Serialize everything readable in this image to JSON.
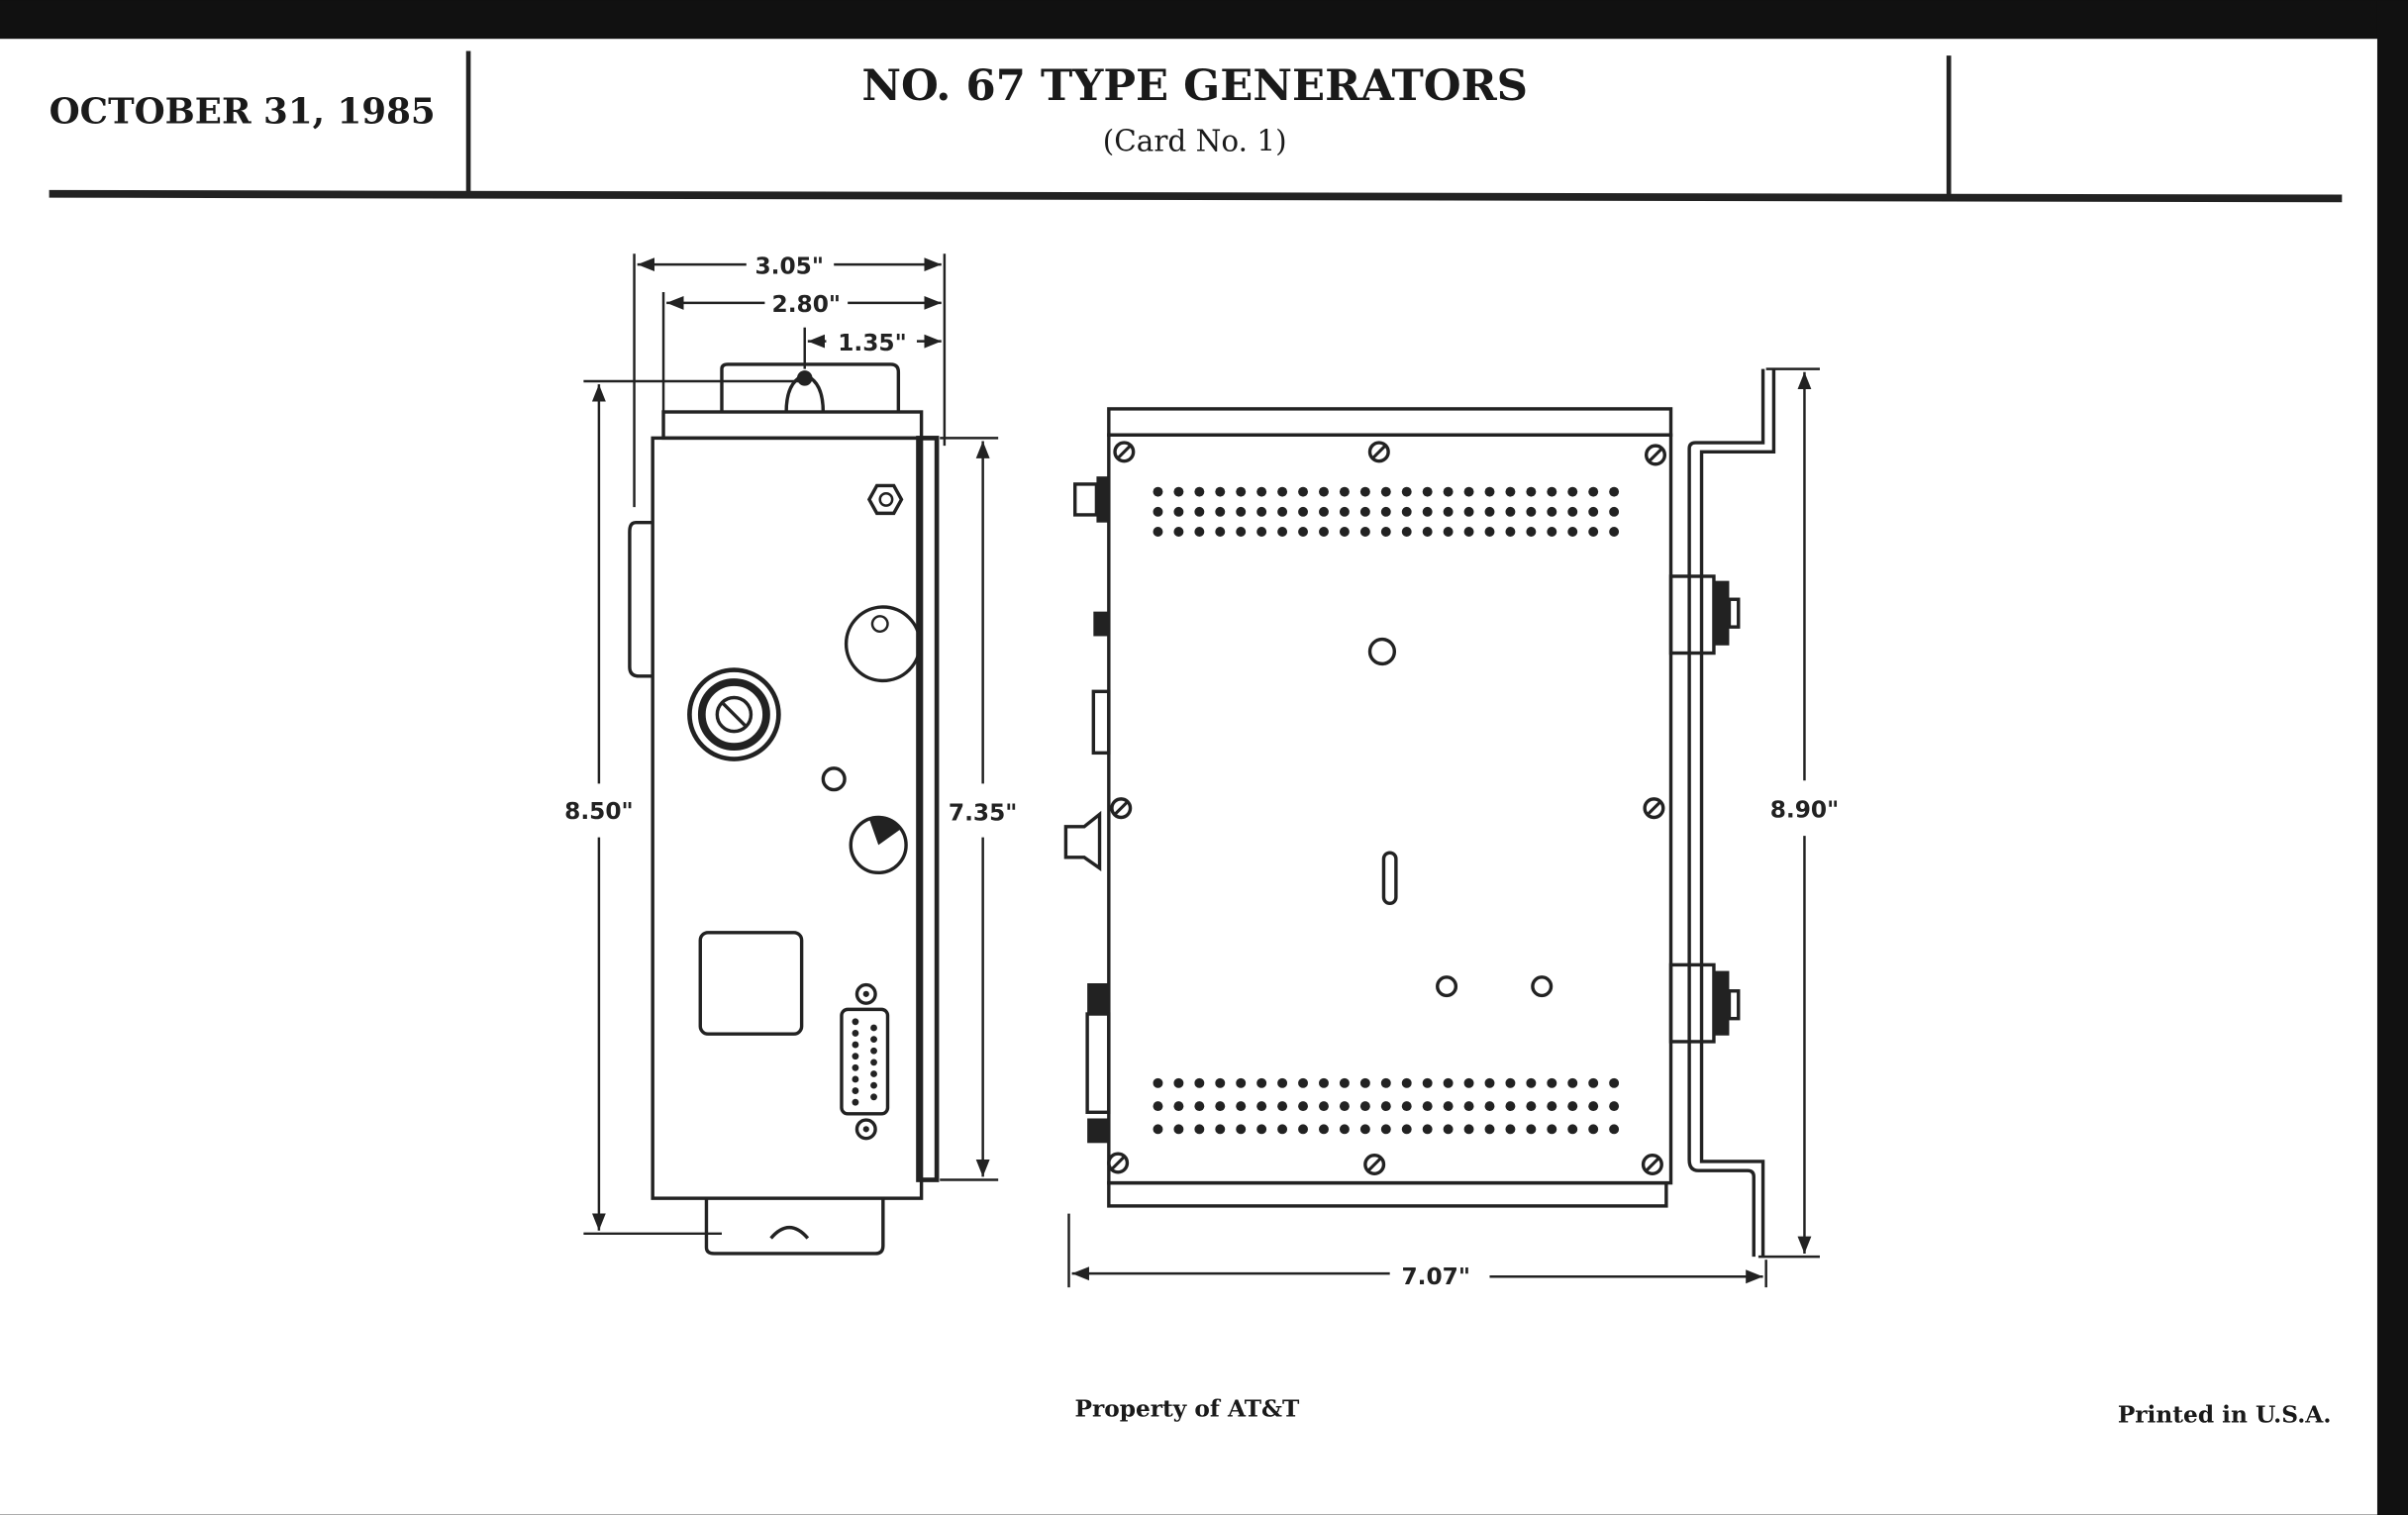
{
  "header": {
    "date": "OCTOBER 31, 1985",
    "title": "NO. 67 TYPE GENERATORS",
    "subtitle": "(Card No. 1)"
  },
  "drawing": {
    "side_view": {
      "width_overall": "3.05\"",
      "width_body": "2.80\"",
      "hole_offset": "1.35\"",
      "height_overall": "8.50\"",
      "height_body": "7.35\""
    },
    "front_view": {
      "height_bracket": "8.90\"",
      "depth_overall": "7.07\""
    }
  },
  "footer": {
    "ownership": "Property of AT&T",
    "printed": "Printed in U.S.A."
  },
  "colors": {
    "ink": "#222222",
    "paper": "#ffffff",
    "scan_border": "#111111"
  }
}
